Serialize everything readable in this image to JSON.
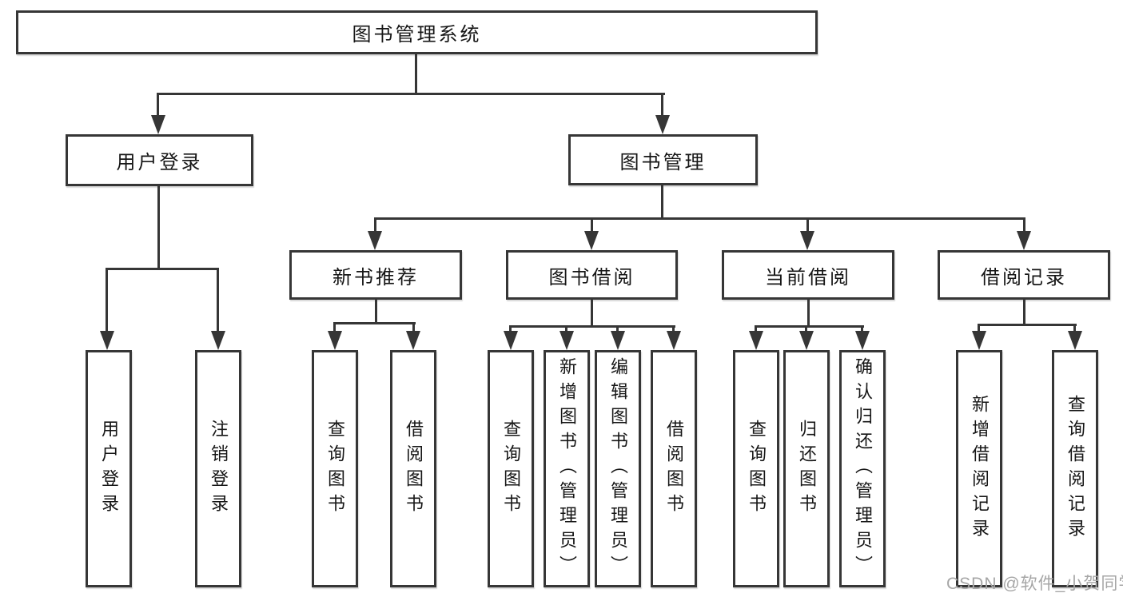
{
  "diagram": {
    "type": "tree",
    "tree": {
      "label": "图书管理系统",
      "children": [
        {
          "label": "用户登录",
          "children": [
            {
              "label": "用户登录"
            },
            {
              "label": "注销登录"
            }
          ]
        },
        {
          "label": "图书管理",
          "children": [
            {
              "label": "新书推荐",
              "children": [
                {
                  "label": "查询图书"
                },
                {
                  "label": "借阅图书"
                }
              ]
            },
            {
              "label": "图书借阅",
              "children": [
                {
                  "label": "查询图书"
                },
                {
                  "label": "新增图书（管理员）"
                },
                {
                  "label": "编辑图书（管理员）"
                },
                {
                  "label": "借阅图书"
                }
              ]
            },
            {
              "label": "当前借阅",
              "children": [
                {
                  "label": "查询图书"
                },
                {
                  "label": "归还图书"
                },
                {
                  "label": "确认归还（管理员）"
                }
              ]
            },
            {
              "label": "借阅记录",
              "children": [
                {
                  "label": "新增借阅记录"
                },
                {
                  "label": "查询借阅记录"
                }
              ]
            }
          ]
        }
      ]
    }
  },
  "watermark": {
    "text": "CSDN @软件_小贺同学",
    "color": "#a6a6a6"
  },
  "colors": {
    "background": "#ffffff",
    "line": "#363636",
    "box_border": "#363636",
    "text": "#161616"
  }
}
